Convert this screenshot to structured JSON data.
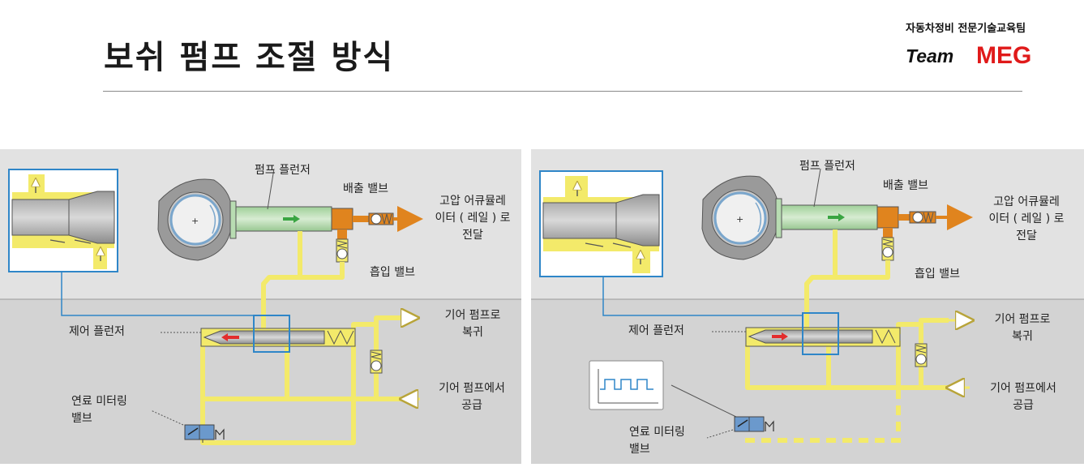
{
  "header": {
    "title": "보쉬 펌프 조절 방식",
    "org": "자동차정비 전문기술교육팀",
    "team_word": "Team",
    "brand_word": "MEG",
    "brand_color": "#e01a1a"
  },
  "panels": [
    {
      "labels": {
        "pump_plunger": "펌프 플런저",
        "discharge_valve": "배출 밸브",
        "to_accumulator_1": "고압 어큐뮬레",
        "to_accumulator_2": "이터 ( 레일 ) 로",
        "to_accumulator_3": "전달",
        "intake_valve": "흡입 밸브",
        "return_gear_1": "기어 펌프로",
        "return_gear_2": "복귀",
        "control_plunger": "제어 플런저",
        "supply_gear_1": "기어 펌프에서",
        "supply_gear_2": "공급",
        "metering_valve_1": "연료 미터링",
        "metering_valve_2": "밸브"
      }
    },
    {
      "labels": {
        "pump_plunger": "펌프 플런저",
        "discharge_valve": "배출 밸브",
        "to_accumulator_1": "고압 어큐뮬레",
        "to_accumulator_2": "이터 ( 레일 ) 로",
        "to_accumulator_3": "전달",
        "intake_valve": "흡입 밸브",
        "return_gear_1": "기어 펌프로",
        "return_gear_2": "복귀",
        "control_plunger": "제어 플런저",
        "supply_gear_1": "기어 펌프에서",
        "supply_gear_2": "공급",
        "metering_valve_1": "연료 미터링",
        "metering_valve_2": "밸브"
      }
    }
  ],
  "colors": {
    "panel_upper": "#e2e2e2",
    "panel_lower": "#d3d3d3",
    "fuel_line": "#f3ea6a",
    "plunger_green": "#b8dcb2",
    "high_pressure": "#e0841e",
    "zoom_box": "#2f86c8",
    "metering_blue": "#6b99cc",
    "arrow_red": "#e32d2d",
    "arrow_green": "#3aa542"
  }
}
